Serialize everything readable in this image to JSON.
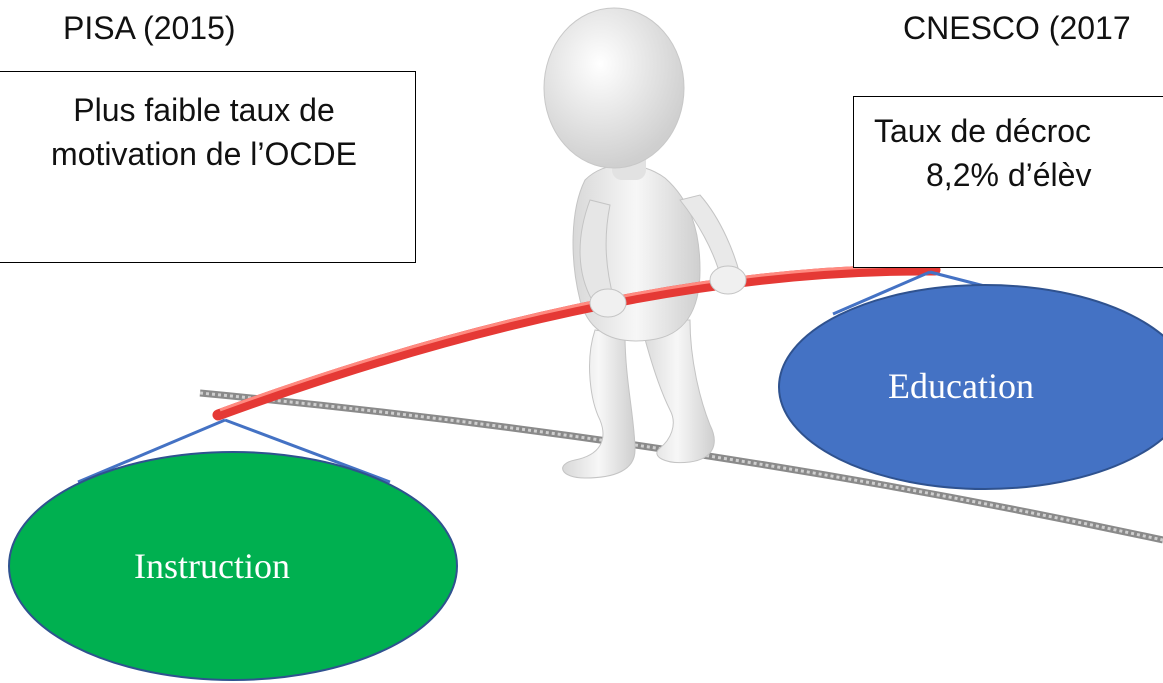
{
  "left_panel": {
    "heading": "PISA (2015)",
    "box_line1": "Plus faible taux de",
    "box_line2": "motivation de l’OCDE"
  },
  "right_panel": {
    "heading": "CNESCO (2017",
    "box_line1": "Taux de décroc",
    "box_line2": "8,2% d’élèv"
  },
  "ellipses": {
    "left_label": "Instruction",
    "left_color": "#00b050",
    "right_label": "Education",
    "right_color": "#4472c4"
  },
  "colors": {
    "pole": "#e53935",
    "connector": "#4472c4",
    "figure": "#eeeeee",
    "rope": "#9e9e9e"
  }
}
